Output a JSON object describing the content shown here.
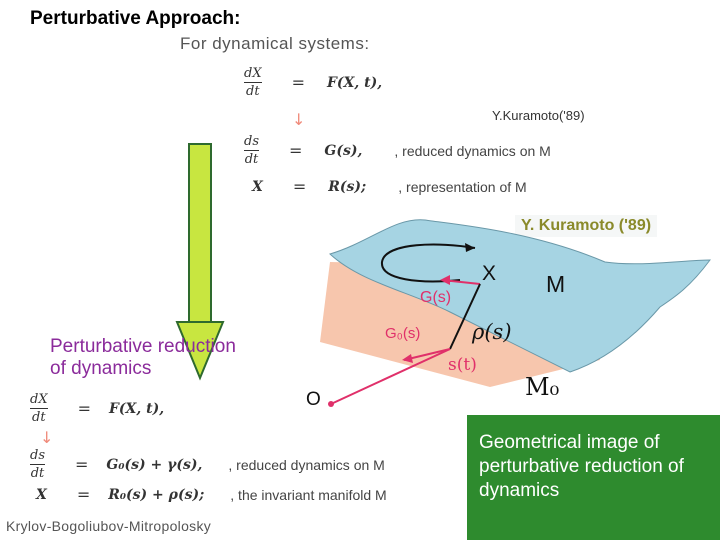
{
  "title": "Perturbative Approach:",
  "subtitle": "For dynamical systems:",
  "eq_top": {
    "row1": {
      "num": "dX",
      "den": "dt",
      "rhs": "F(X, t),"
    },
    "row2": {
      "num": "ds",
      "den": "dt",
      "rhs": "G(s),",
      "note": ", reduced dynamics on M"
    },
    "row3": {
      "lhs": "X",
      "rhs": "R(s);",
      "note": ", representation of M"
    }
  },
  "ref_small": "Y.Kuramoto('89)",
  "ref_large": "Y.  Kuramoto ('89)",
  "perturbative_label": {
    "line1": "Perturbative reduction",
    "line2": "of dynamics"
  },
  "eq_bottom": {
    "row1": {
      "num": "dX",
      "den": "dt",
      "rhs": "F(X, t),"
    },
    "row2": {
      "num": "ds",
      "den": "dt",
      "rhs": "G₀(s) + γ(s),",
      "note": ", reduced dynamics on M"
    },
    "row3": {
      "lhs": "X",
      "rhs": "R₀(s) + ρ(s);",
      "note": ", the invariant manifold M"
    }
  },
  "diagram": {
    "label_x": "X",
    "label_m": "M",
    "label_g": "G(s)",
    "label_g0": "G₀(s)",
    "label_rho": "ρ(s)",
    "label_st": "s(t)",
    "label_m0": "M₀",
    "label_o": "O"
  },
  "caption": "Geometrical image of perturbative reduction of dynamics",
  "footer": "Krylov-Bogoliubov-Mitropolosky",
  "colors": {
    "accent_green": "#2e8b2e",
    "pert_purple": "#8b2b9b",
    "surface_blue": "#a6d4e3",
    "vector_red": "#e0306a",
    "arrow_fill": "#c8e640"
  }
}
